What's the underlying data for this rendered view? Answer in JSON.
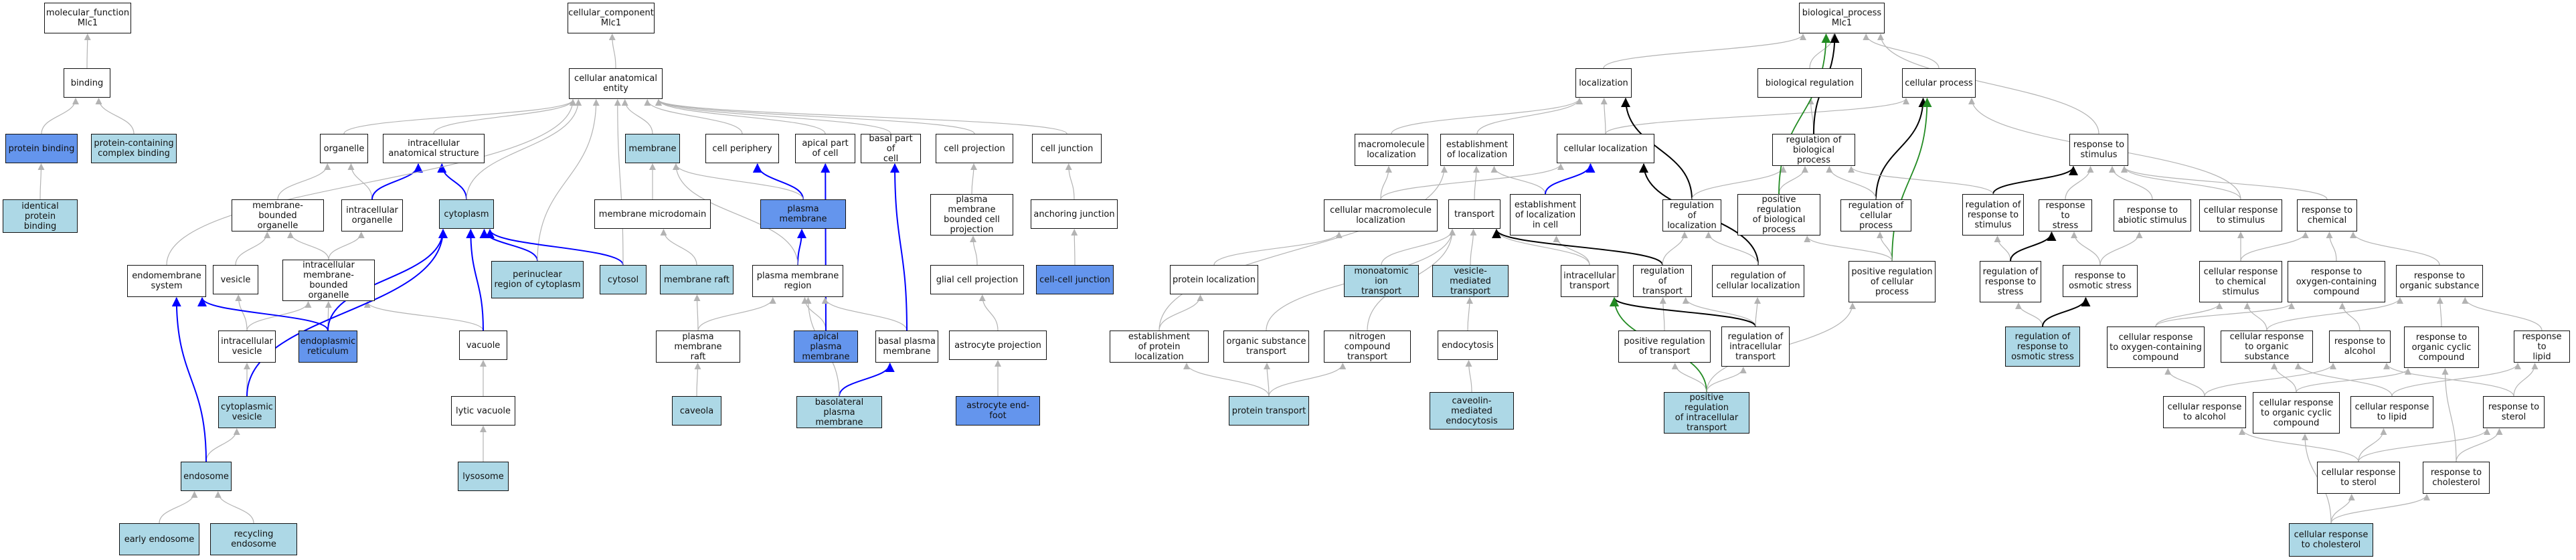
{
  "colors": {
    "plain": "#ffffff",
    "light": "#add8e6",
    "blue": "#6495ed",
    "edge_gray": "#b3b3b3",
    "edge_black": "#000000",
    "edge_blue": "#0000ff",
    "edge_green": "#228b22"
  },
  "nodes": {
    "mf_root": "molecular_function\nMlc1",
    "binding": "binding",
    "protein_binding": "protein binding",
    "protein_complex_binding": "protein-containing\ncomplex binding",
    "identical_protein_binding": "identical protein\nbinding",
    "cc_root": "cellular_component\nMlc1",
    "cell_anat_entity": "cellular anatomical\nentity",
    "organelle": "organelle",
    "intracellular_anat_structure": "intracellular\nanatomical structure",
    "membrane": "membrane",
    "cell_periphery": "cell periphery",
    "apical_part": "apical part\nof cell",
    "basal_part": "basal part of\ncell",
    "cell_projection": "cell projection",
    "cell_junction": "cell junction",
    "membrane_bounded_organelle": "membrane-bounded\norganelle",
    "intracellular_organelle": "intracellular\norganelle",
    "cytoplasm": "cytoplasm",
    "membrane_microdomain": "membrane microdomain",
    "plasma_membrane": "plasma membrane",
    "pm_bounded_cell_projection": "plasma membrane\nbounded cell\nprojection",
    "anchoring_junction": "anchoring junction",
    "endomembrane_system": "endomembrane\nsystem",
    "vesicle": "vesicle",
    "intracellular_mbo": "intracellular\nmembrane-bounded\norganelle",
    "perinuclear_region": "perinuclear\nregion of cytoplasm",
    "cytosol": "cytosol",
    "membrane_raft": "membrane raft",
    "plasma_membrane_region": "plasma membrane\nregion",
    "glial_cell_projection": "glial cell projection",
    "cell_cell_junction": "cell-cell junction",
    "intracellular_vesicle": "intracellular\nvesicle",
    "endoplasmic_reticulum": "endoplasmic\nreticulum",
    "vacuole": "vacuole",
    "plasma_membrane_raft": "plasma membrane\nraft",
    "apical_plasma_membrane": "apical plasma\nmembrane",
    "basal_plasma_membrane": "basal plasma\nmembrane",
    "astrocyte_projection": "astrocyte projection",
    "cytoplasmic_vesicle": "cytoplasmic\nvesicle",
    "lytic_vacuole": "lytic vacuole",
    "caveola": "caveola",
    "basolateral_pm": "basolateral\nplasma membrane",
    "astrocyte_end_foot": "astrocyte end-foot",
    "endosome": "endosome",
    "lysosome": "lysosome",
    "early_endosome": "early endosome",
    "recycling_endosome": "recycling endosome",
    "bp_root": "biological_process\nMlc1",
    "localization": "localization",
    "biological_regulation": "biological regulation",
    "cellular_process": "cellular process",
    "macromolecule_localization": "macromolecule\nlocalization",
    "establishment_of_localization": "establishment\nof localization",
    "cellular_localization": "cellular localization",
    "regulation_of_bp": "regulation of\nbiological process",
    "response_to_stimulus": "response to\nstimulus",
    "cellular_macromolecule_localization": "cellular macromolecule\nlocalization",
    "transport": "transport",
    "establishment_loc_in_cell": "establishment\nof localization\nin cell",
    "regulation_of_localization": "regulation of\nlocalization",
    "positive_regulation_of_bp": "positive regulation\nof biological\nprocess",
    "regulation_of_cellular_process": "regulation of\ncellular process",
    "regulation_of_response_to_stimulus": "regulation of\nresponse to\nstimulus",
    "response_to_stress": "response to\nstress",
    "response_to_abiotic_stimulus": "response to\nabiotic stimulus",
    "cellular_response_to_stimulus": "cellular response\nto stimulus",
    "response_to_chemical": "response to\nchemical",
    "protein_localization": "protein localization",
    "monoatomic_ion_transport": "monoatomic ion\ntransport",
    "vesicle_mediated_transport": "vesicle-mediated\ntransport",
    "intracellular_transport": "intracellular\ntransport",
    "regulation_of_transport": "regulation of\ntransport",
    "regulation_of_cellular_localization": "regulation of\ncellular localization",
    "positive_regulation_of_cellular_process": "positive regulation\nof cellular\nprocess",
    "regulation_of_response_to_stress": "regulation of\nresponse to\nstress",
    "response_to_osmotic_stress": "response to\nosmotic stress",
    "cellular_response_to_chemical_stimulus": "cellular response\nto chemical\nstimulus",
    "response_to_oxygen_containing_compound": "response to\noxygen-containing\ncompound",
    "response_to_organic_substance": "response to\norganic substance",
    "establishment_of_protein_localization": "establishment\nof protein localization",
    "organic_substance_transport": "organic substance\ntransport",
    "nitrogen_compound_transport": "nitrogen compound\ntransport",
    "endocytosis": "endocytosis",
    "positive_regulation_of_transport": "positive regulation\nof transport",
    "regulation_of_intracellular_transport": "regulation of\nintracellular\ntransport",
    "regulation_of_osmotic_stress": "regulation of\nresponse to\nosmotic stress",
    "cellular_response_to_oxygen_containing_compound": "cellular response\nto oxygen-containing\ncompound",
    "cellular_response_to_organic_substance": "cellular response\nto organic substance",
    "response_to_alcohol": "response to\nalcohol",
    "response_to_organic_cyclic_compound": "response to\norganic cyclic\ncompound",
    "response_to_lipid": "response to\nlipid",
    "protein_transport": "protein transport",
    "caveolin_mediated_endocytosis": "caveolin-mediated\nendocytosis",
    "positive_regulation_of_intracellular_transport": "positive regulation\nof intracellular\ntransport",
    "cellular_response_to_alcohol": "cellular response\nto alcohol",
    "cellular_response_to_organic_cyclic_compound": "cellular response\nto organic cyclic\ncompound",
    "cellular_response_to_lipid": "cellular response\nto lipid",
    "response_to_sterol": "response to\nsterol",
    "cellular_response_to_sterol": "cellular response\nto sterol",
    "response_to_cholesterol": "response to\ncholesterol",
    "cellular_response_to_cholesterol": "cellular response\nto cholesterol"
  }
}
